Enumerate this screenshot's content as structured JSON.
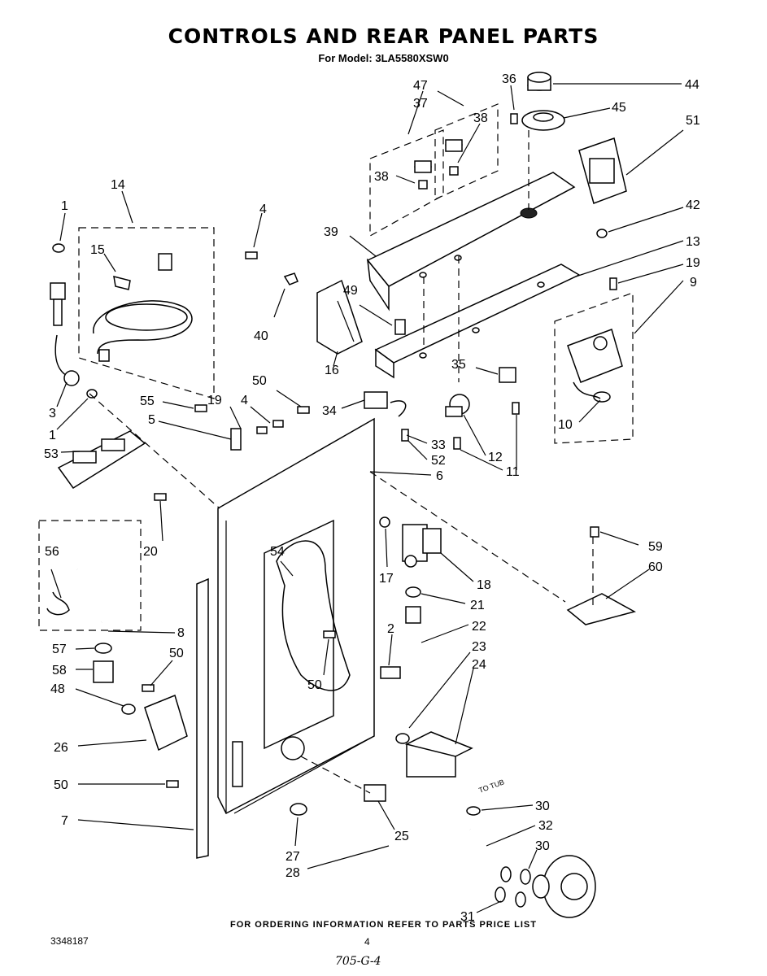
{
  "header": {
    "title": "CONTROLS AND REAR PANEL PARTS",
    "subtitle": "For Model: 3LA5580XSW0"
  },
  "footer": {
    "ordering_note": "FOR ORDERING INFORMATION REFER TO PARTS PRICE LIST",
    "document_number": "3348187",
    "page_number": "4",
    "handwritten_note": "705-G-4"
  },
  "diagram": {
    "annotation_to_tub": "TO TUB",
    "callouts": [
      {
        "id": "c1a",
        "label": "1"
      },
      {
        "id": "c14",
        "label": "14"
      },
      {
        "id": "c15",
        "label": "15"
      },
      {
        "id": "c4a",
        "label": "4"
      },
      {
        "id": "c40",
        "label": "40"
      },
      {
        "id": "c47",
        "label": "47"
      },
      {
        "id": "c37",
        "label": "37"
      },
      {
        "id": "c38a",
        "label": "38"
      },
      {
        "id": "c38b",
        "label": "38"
      },
      {
        "id": "c36",
        "label": "36"
      },
      {
        "id": "c44",
        "label": "44"
      },
      {
        "id": "c45",
        "label": "45"
      },
      {
        "id": "c51",
        "label": "51"
      },
      {
        "id": "c42",
        "label": "42"
      },
      {
        "id": "c39",
        "label": "39"
      },
      {
        "id": "c13",
        "label": "13"
      },
      {
        "id": "c19a",
        "label": "19"
      },
      {
        "id": "c9",
        "label": "9"
      },
      {
        "id": "c49",
        "label": "49"
      },
      {
        "id": "c16",
        "label": "16"
      },
      {
        "id": "c35",
        "label": "35"
      },
      {
        "id": "c3",
        "label": "3"
      },
      {
        "id": "c1b",
        "label": "1"
      },
      {
        "id": "c53",
        "label": "53"
      },
      {
        "id": "c50a",
        "label": "50"
      },
      {
        "id": "c55",
        "label": "55"
      },
      {
        "id": "c19b",
        "label": "19"
      },
      {
        "id": "c4b",
        "label": "4"
      },
      {
        "id": "c5",
        "label": "5"
      },
      {
        "id": "c34",
        "label": "34"
      },
      {
        "id": "c33",
        "label": "33"
      },
      {
        "id": "c52",
        "label": "52"
      },
      {
        "id": "c12",
        "label": "12"
      },
      {
        "id": "c11",
        "label": "11"
      },
      {
        "id": "c6",
        "label": "6"
      },
      {
        "id": "c10",
        "label": "10"
      },
      {
        "id": "c20",
        "label": "20"
      },
      {
        "id": "c56",
        "label": "56"
      },
      {
        "id": "c54",
        "label": "54"
      },
      {
        "id": "c17",
        "label": "17"
      },
      {
        "id": "c18",
        "label": "18"
      },
      {
        "id": "c59",
        "label": "59"
      },
      {
        "id": "c60",
        "label": "60"
      },
      {
        "id": "c21",
        "label": "21"
      },
      {
        "id": "c2",
        "label": "2"
      },
      {
        "id": "c22",
        "label": "22"
      },
      {
        "id": "c8",
        "label": "8"
      },
      {
        "id": "c57",
        "label": "57"
      },
      {
        "id": "c50b",
        "label": "50"
      },
      {
        "id": "c58",
        "label": "58"
      },
      {
        "id": "c23",
        "label": "23"
      },
      {
        "id": "c24",
        "label": "24"
      },
      {
        "id": "c48",
        "label": "48"
      },
      {
        "id": "c50c",
        "label": "50"
      },
      {
        "id": "c26",
        "label": "26"
      },
      {
        "id": "c50d",
        "label": "50"
      },
      {
        "id": "c7",
        "label": "7"
      },
      {
        "id": "c25",
        "label": "25"
      },
      {
        "id": "c30a",
        "label": "30"
      },
      {
        "id": "c32",
        "label": "32"
      },
      {
        "id": "c30b",
        "label": "30"
      },
      {
        "id": "c27",
        "label": "27"
      },
      {
        "id": "c28",
        "label": "28"
      },
      {
        "id": "c31",
        "label": "31"
      }
    ]
  }
}
